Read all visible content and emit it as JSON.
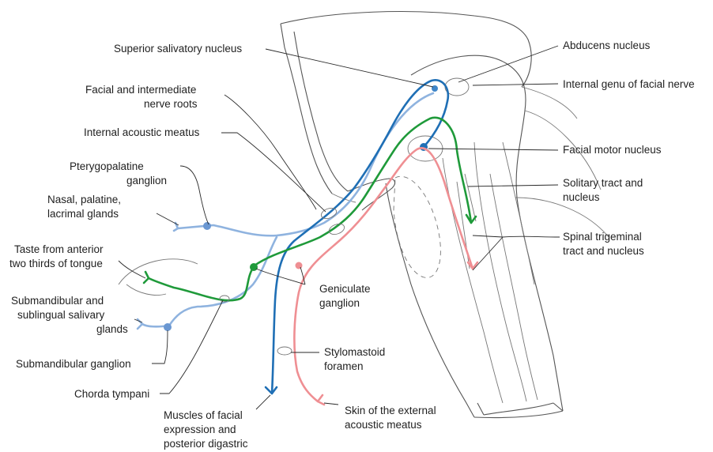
{
  "colors": {
    "dark_blue": "#1f6fb5",
    "light_blue": "#8fb3df",
    "green": "#1f9a3a",
    "pink": "#ef8f93",
    "outline": "#555555",
    "leader": "#2a2a2a",
    "text": "#1f1f1f"
  },
  "labels": {
    "superior_salivatory_nucleus": [
      "Superior salivatory nucleus"
    ],
    "facial_intermediate_roots": [
      "Facial and intermediate",
      "nerve roots"
    ],
    "internal_acoustic_meatus": [
      "Internal acoustic meatus"
    ],
    "pterygopalatine_ganglion": [
      "Pterygopalatine",
      "ganglion"
    ],
    "nasal_palatine_lacrimal": [
      "Nasal, palatine,",
      "lacrimal glands"
    ],
    "taste_anterior_tongue": [
      "Taste from anterior",
      "two thirds of tongue"
    ],
    "submandibular_sublingual": [
      "Submandibular and",
      "sublingual salivary",
      "glands"
    ],
    "submandibular_ganglion": [
      "Submandibular ganglion"
    ],
    "chorda_tympani": [
      "Chorda tympani"
    ],
    "muscles_facial_expression": [
      "Muscles of facial",
      "expression and",
      "posterior digastric"
    ],
    "abducens_nucleus": [
      "Abducens nucleus"
    ],
    "internal_genu": [
      "Internal genu of facial nerve"
    ],
    "facial_motor_nucleus": [
      "Facial motor nucleus"
    ],
    "solitary_tract": [
      "Solitary tract and",
      "nucleus"
    ],
    "spinal_trigeminal": [
      "Spinal trigeminal",
      "tract and nucleus"
    ],
    "geniculate_ganglion": [
      "Geniculate",
      "ganglion"
    ],
    "stylomastoid_foramen": [
      "Stylomastoid",
      "foramen"
    ],
    "skin_external_meatus": [
      "Skin of the external",
      "acoustic meatus"
    ]
  }
}
